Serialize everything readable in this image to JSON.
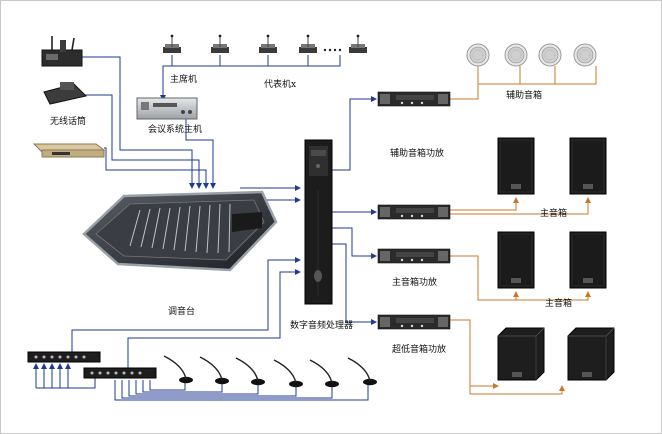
{
  "labels": {
    "chairman_unit": "主席机",
    "delegate_unit": "代表机x",
    "conference_host": "会议系统主机",
    "wireless_mic": "无线话筒",
    "aux_speaker": "辅助音箱",
    "aux_amp": "辅助音箱功放",
    "main_speaker_top": "主音箱",
    "main_amp": "主音箱功放",
    "main_speaker_bottom": "主音箱",
    "sub_amp": "超低音箱功放",
    "mixer": "调音台",
    "dsp": "数字音频处理器"
  },
  "colors": {
    "blue_wire": "#1f3a93",
    "orange_wire": "#c8782a",
    "frame": "#c8c8c8",
    "device_dark": "#2a2a2a",
    "device_silver": "#b9bcc0",
    "speaker_dark": "#1b1b1b"
  },
  "icons": {
    "mic": "gooseneck-mic-icon",
    "speaker": "ceiling-speaker-icon",
    "amp": "amplifier-icon",
    "tower": "speaker-tower-icon",
    "sub": "subwoofer-icon"
  }
}
